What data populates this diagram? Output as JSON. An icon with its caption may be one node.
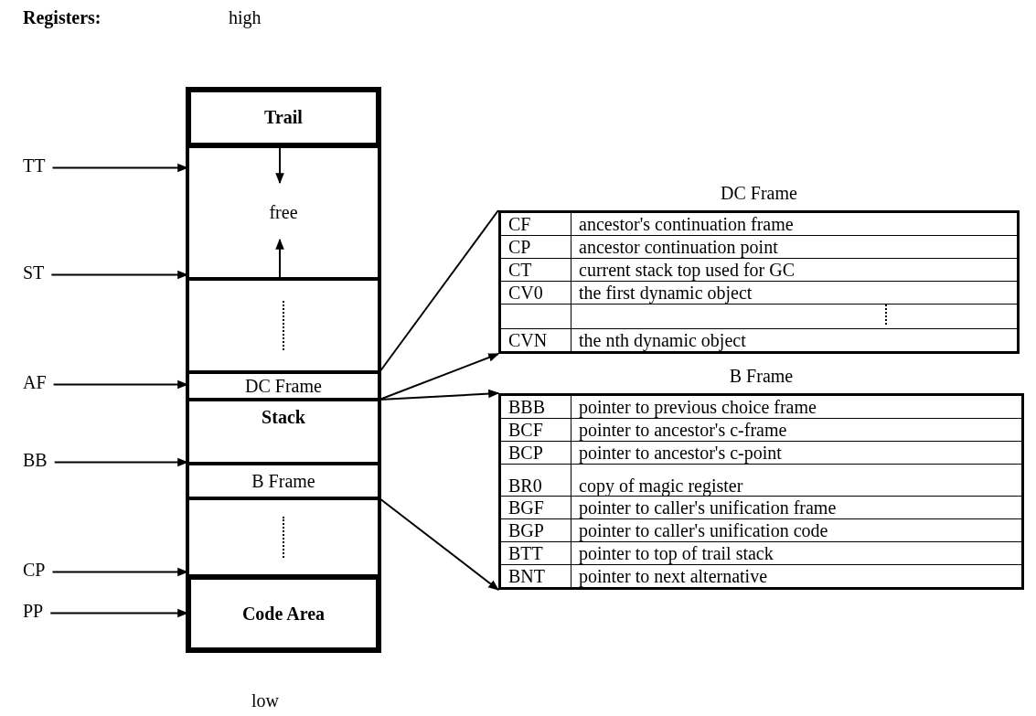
{
  "diagram": {
    "nodes": [
      {
        "text": [
          "Trail"
        ]
      },
      {
        "text": [
          "free"
        ]
      },
      {
        "text": [],
        "shape": "box"
      },
      {
        "text": [
          "DC Frame"
        ]
      },
      {
        "text": [
          "Stack"
        ]
      },
      {
        "text": [
          "B Frame"
        ]
      },
      {
        "text": [],
        "shape": "box"
      },
      {
        "text": [
          "Code Area"
        ]
      },
      {
        "text": [
          "TT"
        ]
      },
      {
        "text": [
          "ST"
        ]
      },
      {
        "text": [
          "AF"
        ]
      },
      {
        "text": [
          "BB"
        ]
      },
      {
        "text": [
          "CP"
        ]
      },
      {
        "text": [
          "PP"
        ]
      },
      {
        "text": [
          "DC Frame"
        ]
      },
      {
        "text": [
          "B Frame"
        ]
      }
    ],
    "edges": [
      {
        "from": 8,
        "to": 1,
        "arrow": "to"
      },
      {
        "from": 9,
        "to": 2,
        "arrow": "to"
      },
      {
        "from": 10,
        "to": 3,
        "arrow": "to"
      },
      {
        "from": 11,
        "to": 5,
        "arrow": "to"
      },
      {
        "from": 12,
        "to": 7,
        "arrow": "to"
      },
      {
        "from": 13,
        "to": 7,
        "arrow": "to"
      },
      {
        "from": 0,
        "to": 1,
        "arrow": "to"
      },
      {
        "from": 2,
        "to": 1,
        "arrow": "to"
      },
      {
        "from": 3,
        "to": 14,
        "arrow": "none"
      },
      {
        "from": 3,
        "to": 14,
        "arrow": "to"
      },
      {
        "from": 4,
        "to": 15,
        "arrow": "to"
      },
      {
        "from": 5,
        "to": 15,
        "arrow": "to"
      }
    ],
    "labels": [
      "Registers:",
      "high",
      "low",
      "CF",
      "ancestor's continuation frame",
      "CP",
      "ancestor continuation point",
      "CT",
      "current stack top used for GC",
      "CV0",
      "the first dynamic object",
      "CVN",
      "the nth dynamic object",
      "BBB",
      "pointer to previous choice frame",
      "BCF",
      "pointer to ancestor's c-frame",
      "BCP",
      "pointer to ancestor's c-point",
      "BR0",
      "copy of magic register",
      "BGF",
      "pointer to caller's unification frame",
      "BGP",
      "pointer to caller's unification code",
      "BTT",
      "pointer to top of trail stack",
      "BNT",
      "pointer to next alternative"
    ]
  }
}
